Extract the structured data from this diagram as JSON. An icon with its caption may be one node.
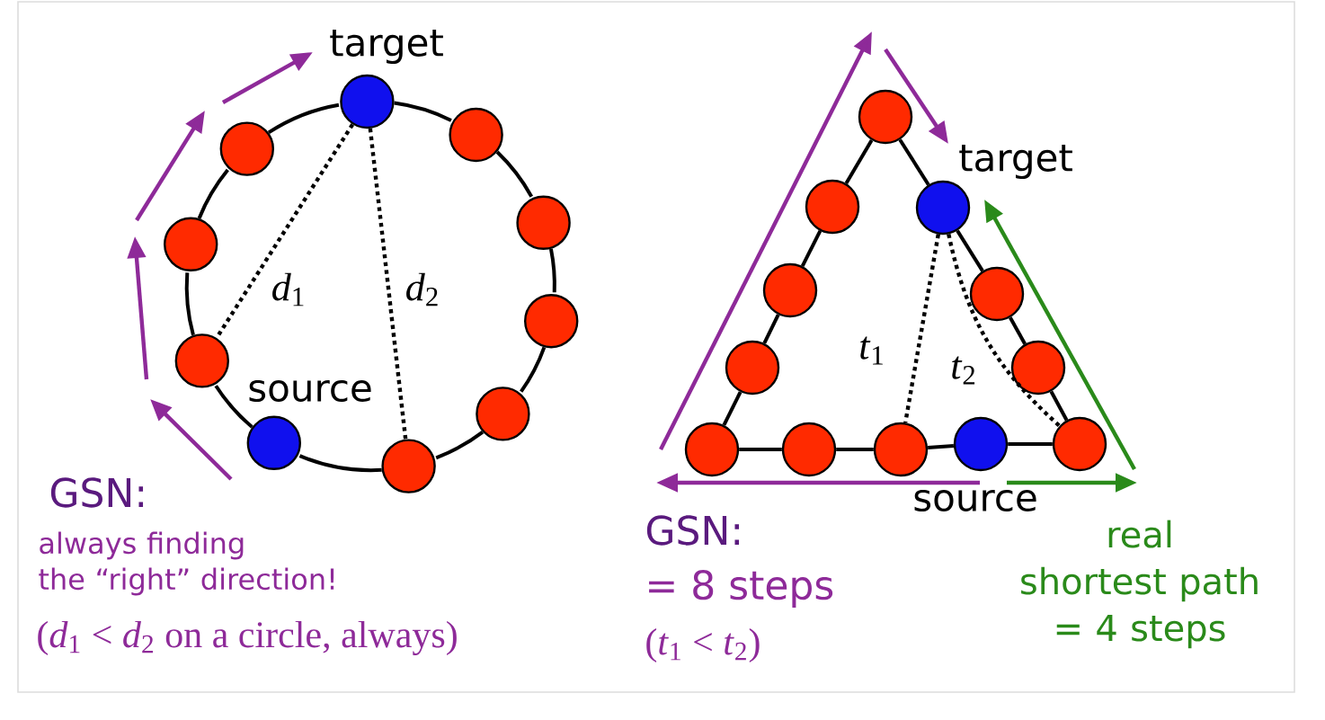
{
  "diagram": {
    "nodes": [
      {
        "text": [],
        "shape": "circle",
        "beside": [
          "target"
        ]
      },
      {
        "text": [],
        "shape": "circle"
      },
      {
        "text": [],
        "shape": "circle"
      },
      {
        "text": [],
        "shape": "circle"
      },
      {
        "text": [],
        "shape": "circle"
      },
      {
        "text": [],
        "shape": "circle"
      },
      {
        "text": [],
        "shape": "circle",
        "beside": [
          "source"
        ]
      },
      {
        "text": [],
        "shape": "circle"
      },
      {
        "text": [],
        "shape": "circle"
      },
      {
        "text": [],
        "shape": "circle"
      },
      {
        "text": [],
        "shape": "circle"
      },
      {
        "text": [],
        "shape": "circle"
      },
      {
        "text": [],
        "shape": "circle"
      },
      {
        "text": [],
        "shape": "circle"
      },
      {
        "text": [],
        "shape": "circle"
      },
      {
        "text": [],
        "shape": "circle"
      },
      {
        "text": [],
        "shape": "circle"
      },
      {
        "text": [],
        "shape": "circle",
        "beside": [
          "source"
        ]
      },
      {
        "text": [],
        "shape": "circle"
      },
      {
        "text": [],
        "shape": "circle"
      },
      {
        "text": [],
        "shape": "circle"
      },
      {
        "text": [],
        "shape": "circle",
        "beside": [
          "target"
        ]
      }
    ],
    "edges": [
      {
        "from": 0,
        "to": 1,
        "arrow": "none"
      },
      {
        "from": 1,
        "to": 2,
        "arrow": "none"
      },
      {
        "from": 2,
        "to": 3,
        "arrow": "none"
      },
      {
        "from": 3,
        "to": 4,
        "arrow": "none"
      },
      {
        "from": 4,
        "to": 5,
        "arrow": "none"
      },
      {
        "from": 5,
        "to": 6,
        "arrow": "none"
      },
      {
        "from": 6,
        "to": 7,
        "arrow": "none"
      },
      {
        "from": 7,
        "to": 8,
        "arrow": "none"
      },
      {
        "from": 8,
        "to": 9,
        "arrow": "none"
      },
      {
        "from": 9,
        "to": 0,
        "arrow": "none"
      },
      {
        "from": 0,
        "to": 7,
        "arrow": "none",
        "style": "dashed",
        "label": "*d*$_{1}$"
      },
      {
        "from": 0,
        "to": 5,
        "arrow": "none",
        "style": "dashed",
        "label": "*d*$_{2}$"
      },
      {
        "from": 10,
        "to": 11,
        "arrow": "none"
      },
      {
        "from": 11,
        "to": 12,
        "arrow": "none"
      },
      {
        "from": 12,
        "to": 13,
        "arrow": "none"
      },
      {
        "from": 13,
        "to": 14,
        "arrow": "none"
      },
      {
        "from": 14,
        "to": 15,
        "arrow": "none"
      },
      {
        "from": 15,
        "to": 16,
        "arrow": "none"
      },
      {
        "from": 16,
        "to": 17,
        "arrow": "none"
      },
      {
        "from": 17,
        "to": 18,
        "arrow": "none"
      },
      {
        "from": 18,
        "to": 19,
        "arrow": "none"
      },
      {
        "from": 19,
        "to": 20,
        "arrow": "none"
      },
      {
        "from": 20,
        "to": 21,
        "arrow": "none"
      },
      {
        "from": 21,
        "to": 10,
        "arrow": "none"
      },
      {
        "from": 21,
        "to": 16,
        "arrow": "none",
        "style": "dashed",
        "label": "*t*$_{1}$"
      },
      {
        "from": 21,
        "to": 18,
        "arrow": "none",
        "style": "dashed",
        "label": "*t*$_{2}$"
      }
    ],
    "labels": [
      "GSN:",
      "always finding the “right” direction!",
      "(*d*$_{1}$ < *d*$_{2}$ on a circle, always)",
      "GSN:",
      "= 8 steps",
      "(*t*$_{1}$ < *t*$_{2}$)",
      "real shortest path = 4 steps"
    ]
  }
}
